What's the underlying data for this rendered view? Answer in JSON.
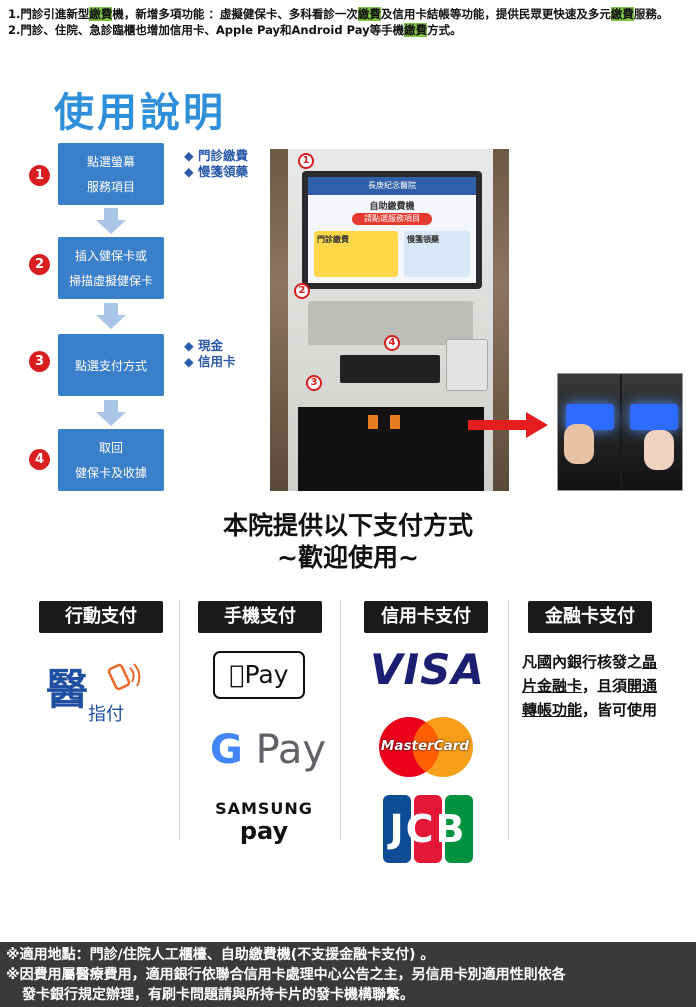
{
  "intro": {
    "line1_a": "1.門診引進新型",
    "line1_hl1": "繳費",
    "line1_b": "機，新增多項功能 ：虛擬健保卡、多科看診一次",
    "line1_hl2": "繳費",
    "line1_c": "及信用卡結帳等功能，提供民眾更快速及多元",
    "line1_hl3": "繳費",
    "line1_d": "服務。",
    "line2_a": "2.門診、住院、急診臨櫃也增加信用卡、Apple Pay和Android Pay等手機",
    "line2_hl": "繳費",
    "line2_b": "方式。"
  },
  "guide": {
    "title": "使用說明",
    "steps": [
      {
        "num": "1",
        "line1": "點選螢幕",
        "line2": "服務項目"
      },
      {
        "num": "2",
        "line1": "插入健保卡或",
        "line2": "掃描虛擬健保卡"
      },
      {
        "num": "3",
        "line1": "點選支付方式",
        "line2": ""
      },
      {
        "num": "4",
        "line1": "取回",
        "line2": "健保卡及收據"
      }
    ],
    "side_step1": [
      "門診繳費",
      "慢箋領藥"
    ],
    "side_step3": [
      "現金",
      "信用卡"
    ]
  },
  "kiosk": {
    "banner": "長庚紀念醫院",
    "screen_title": "自助繳費機",
    "screen_prompt": "請點選服務項目",
    "card_a": "門診繳費",
    "card_b": "慢箋領藥",
    "markers": [
      "1",
      "2",
      "3",
      "4"
    ]
  },
  "payment": {
    "title_line1": "本院提供以下支付方式",
    "title_line2": "~歡迎使用~",
    "columns": [
      {
        "label": "行動支付"
      },
      {
        "label": "手機支付"
      },
      {
        "label": "信用卡支付"
      },
      {
        "label": "金融卡支付"
      }
    ],
    "apple_pay": "Pay",
    "google_pay_g": "G",
    "google_pay": "Pay",
    "samsung_line1": "SAMSUNG",
    "samsung_line2": "pay",
    "visa": "VISA",
    "mastercard": "MasterCard",
    "jcb": "JCB",
    "debit_a": "凡國內銀行核發之",
    "debit_u1": "晶片金融卡",
    "debit_b": "，且須",
    "debit_u2": "開通轉帳功能",
    "debit_c": "，皆可使用",
    "app_logo_text": "醫指付"
  },
  "footer": {
    "line1": "※適用地點：門診/住院人工櫃檯、自助繳費機(不支援金融卡支付) 。",
    "line2": "※因費用屬醫療費用，適用銀行依聯合信用卡處理中心公告之主，另信用卡別適用性則依各",
    "line3": "發卡銀行規定辦理，有刷卡問題請與所持卡片的發卡機構聯繫。"
  },
  "colors": {
    "highlight": "#7ec242",
    "step_blue": "#3a7fc9",
    "title_blue": "#2f8fd8",
    "marker_red": "#d81e1e",
    "footer_bg": "#3a3a3a"
  }
}
